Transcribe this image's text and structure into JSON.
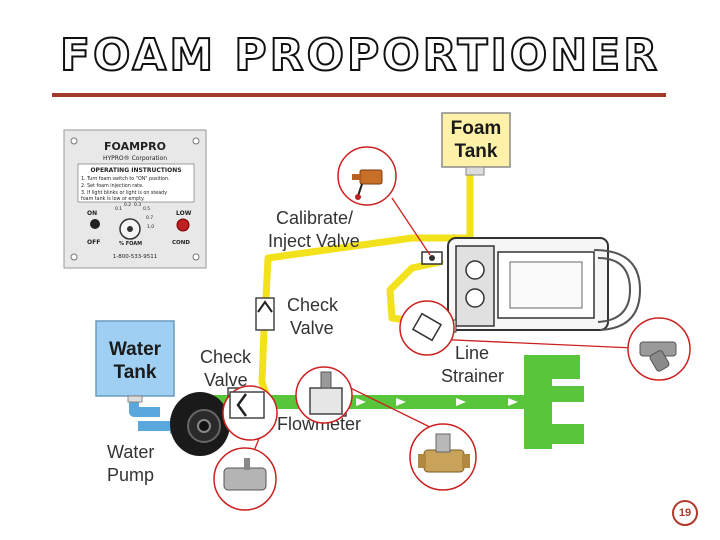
{
  "slide": {
    "title": "FOAM PROPORTIONER",
    "page_number": "19"
  },
  "panel": {
    "brand": "FOAMPRO",
    "company": "HYPRO® Corporation",
    "instructions_title": "OPERATING INSTRUCTIONS",
    "instructions": [
      "1. Turn foam switch to \"ON\" position.",
      "2. Set foam injection rate.",
      "3. If light blinks or light is on steady",
      "   foam tank is low or empty."
    ],
    "on": "ON",
    "off": "OFF",
    "low": "LOW",
    "cond": "COND",
    "foam": "% FOAM",
    "dial_marks": [
      "0.1",
      "0.2",
      "0.3",
      "0.5",
      "0.7",
      "1.0"
    ],
    "phone": "1-800-533-9511"
  },
  "labels": {
    "foam_tank": [
      "Foam",
      "Tank"
    ],
    "calibrate_valve": [
      "Calibrate/",
      "Inject Valve"
    ],
    "check_valve_upper": [
      "Check",
      "Valve"
    ],
    "water_tank": [
      "Water",
      "Tank"
    ],
    "check_valve_lower": [
      "Check",
      "Valve"
    ],
    "line_strainer": [
      "Line",
      "Strainer"
    ],
    "flowmeter": "Flowmeter",
    "water_pump": [
      "Water",
      "Pump"
    ]
  },
  "colors": {
    "accent": "#a23a2a",
    "callout": "#cc2020",
    "foam_line": "#f2e21c",
    "water_line": "#5aa7dd",
    "discharge_line": "#58c53b",
    "tank_fill": "#fff2a8",
    "water_tank_fill": "#9fd0f3"
  }
}
